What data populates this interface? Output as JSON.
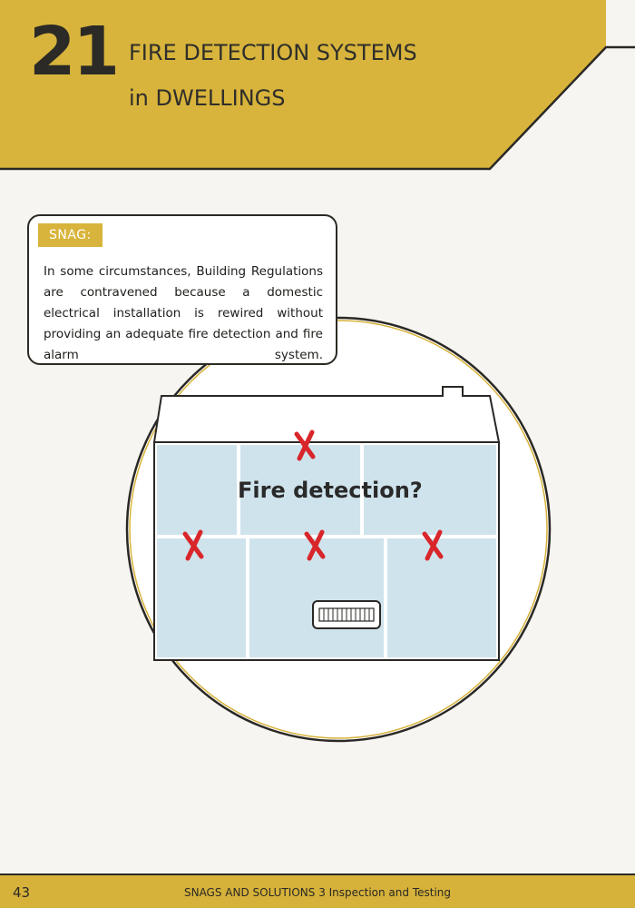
{
  "header": {
    "chapter_number": "21",
    "title_line_1": "FIRE DETECTION SYSTEMS",
    "title_line_2": "in DWELLINGS"
  },
  "snag": {
    "tag": "SNAG:",
    "text": "In some circumstances, Building Regulations are contravened because a domestic electrical installation is rewired without providing an adequate fire detection and fire alarm system."
  },
  "illustration": {
    "label": "Fire detection?",
    "missing_marks": 4,
    "colors": {
      "rooms": "#cfe3ec",
      "mark": "#d8262b",
      "accent": "#d6b23a"
    }
  },
  "footer": {
    "page_number": "43",
    "running_title": "SNAGS AND SOLUTIONS  3 Inspection   and Testing"
  }
}
